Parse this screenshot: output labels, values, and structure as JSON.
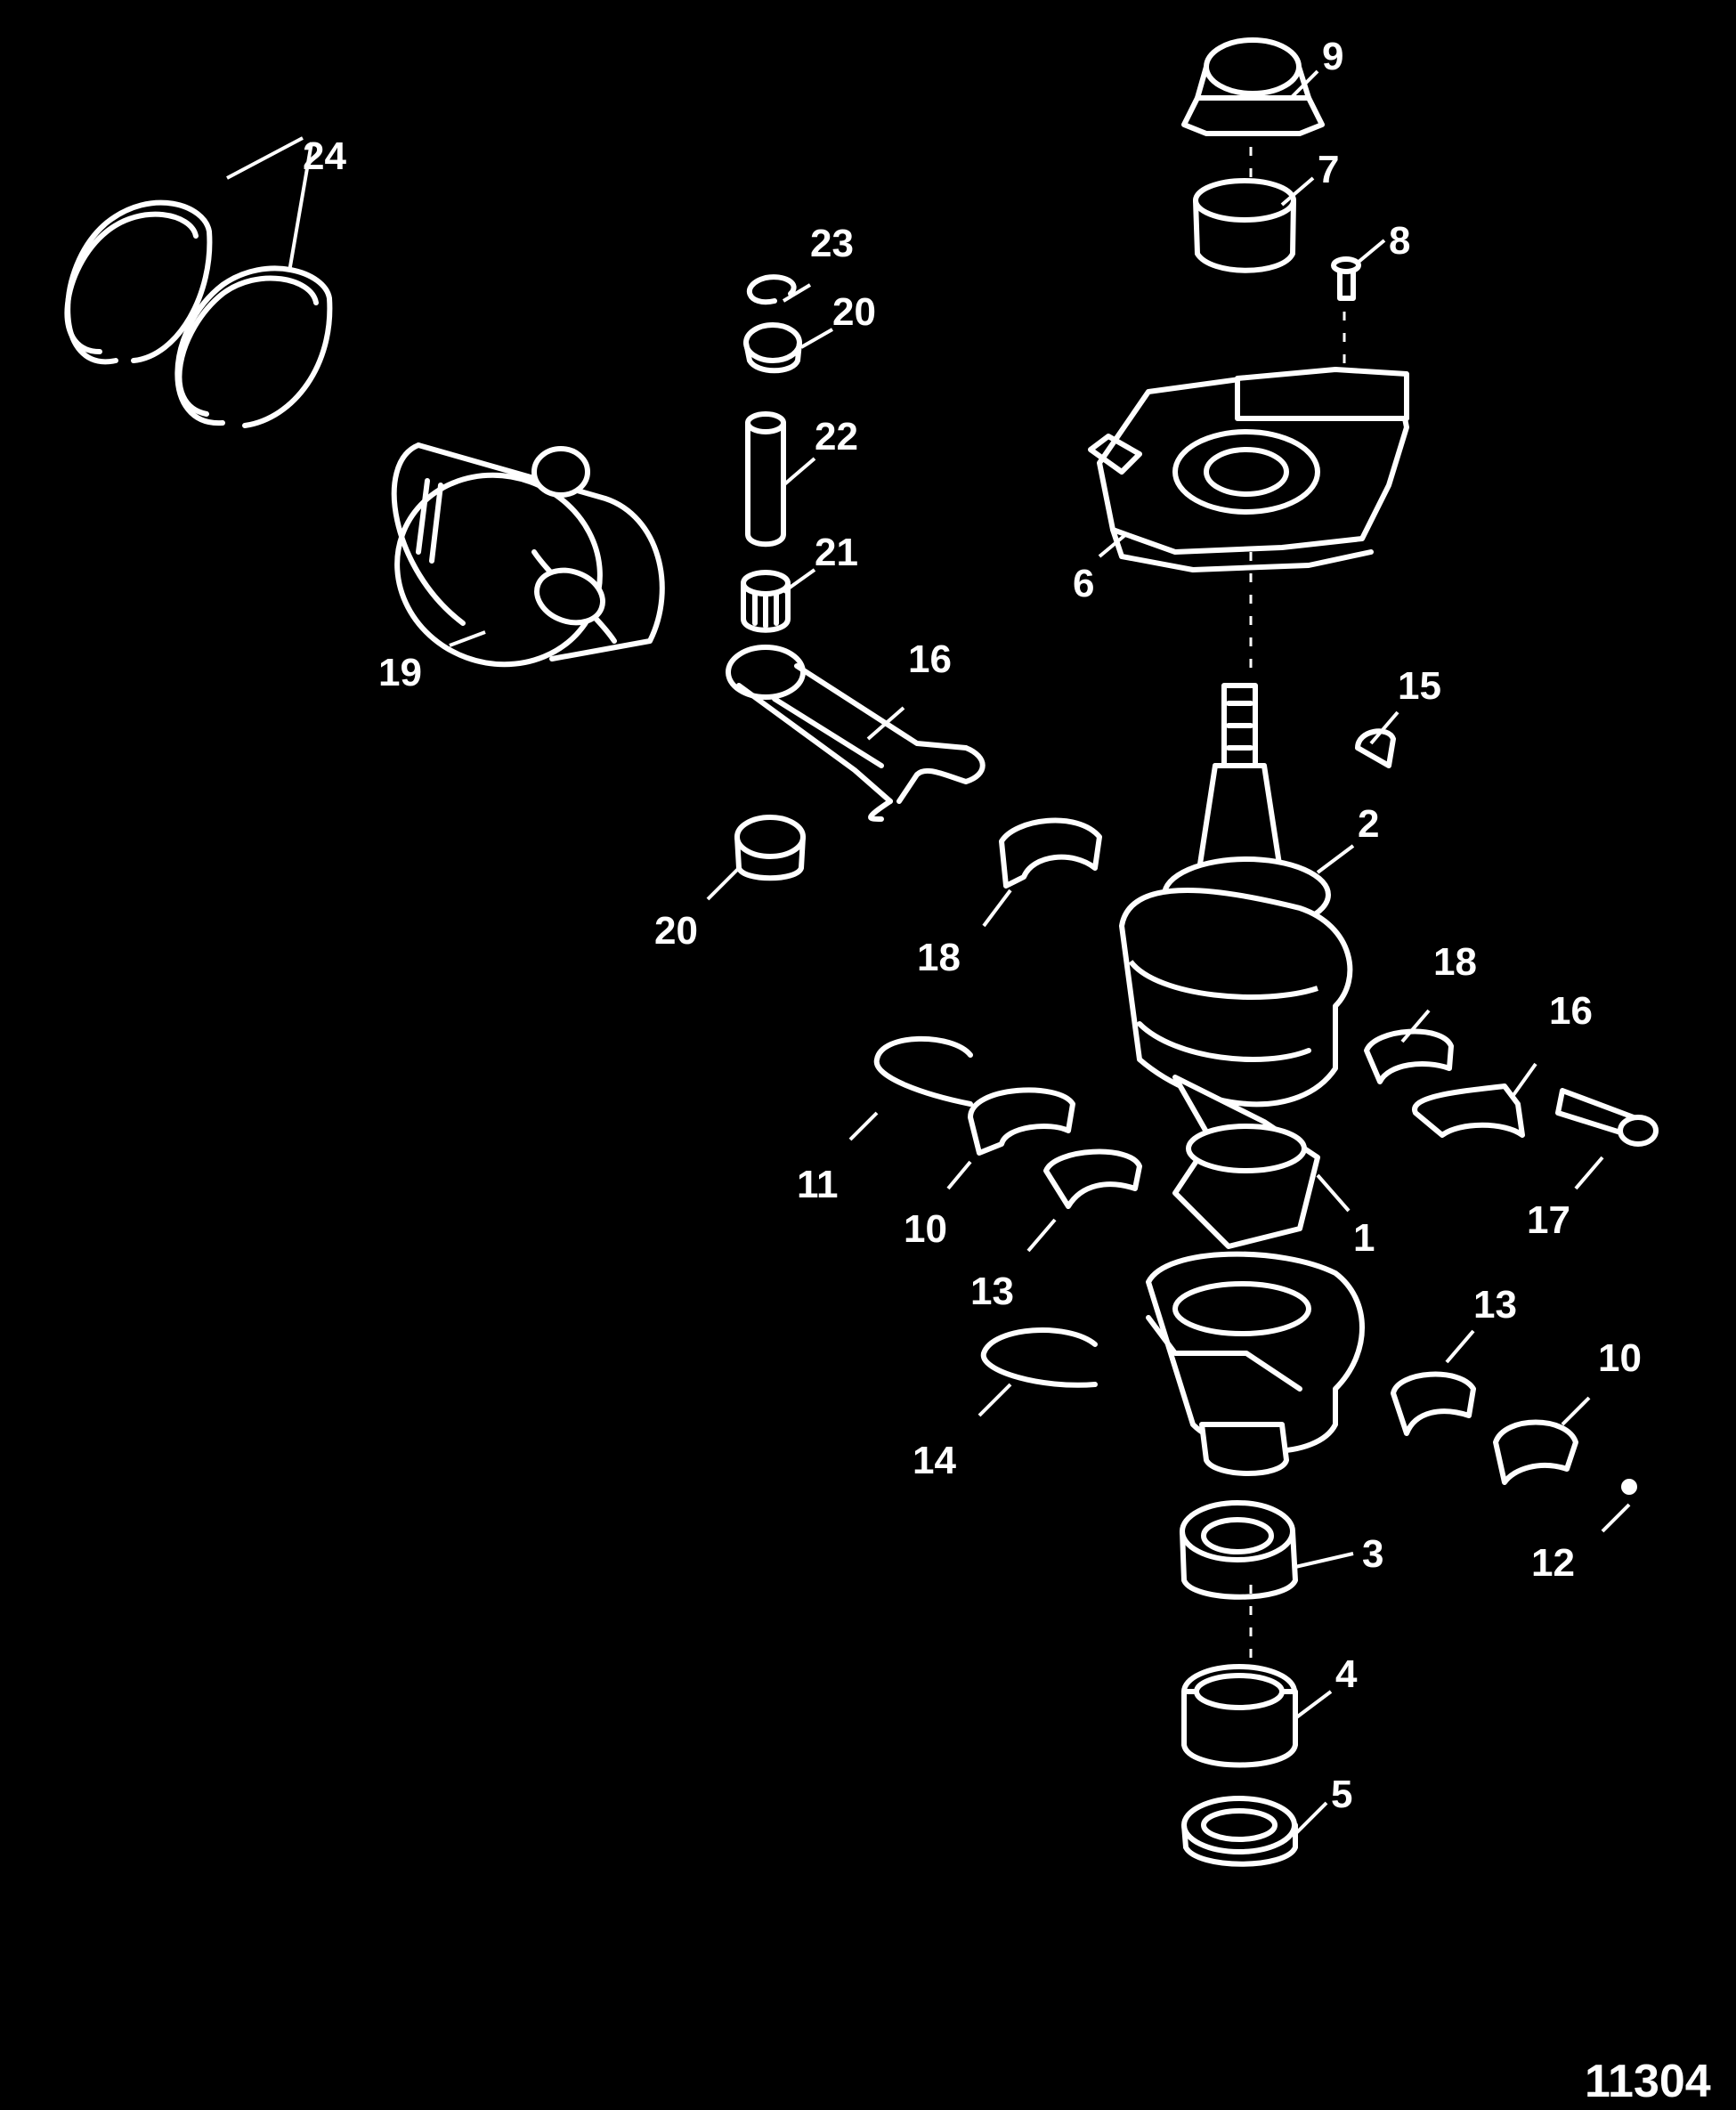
{
  "figure_id": "11304",
  "callouts": [
    {
      "label": "1"
    },
    {
      "label": "2"
    },
    {
      "label": "3"
    },
    {
      "label": "4"
    },
    {
      "label": "5"
    },
    {
      "label": "6"
    },
    {
      "label": "7"
    },
    {
      "label": "8"
    },
    {
      "label": "9"
    },
    {
      "label": "10"
    },
    {
      "label": "10"
    },
    {
      "label": "11"
    },
    {
      "label": "12"
    },
    {
      "label": "13"
    },
    {
      "label": "13"
    },
    {
      "label": "14"
    },
    {
      "label": "15"
    },
    {
      "label": "16"
    },
    {
      "label": "16"
    },
    {
      "label": "17"
    },
    {
      "label": "18"
    },
    {
      "label": "18"
    },
    {
      "label": "19"
    },
    {
      "label": "20"
    },
    {
      "label": "20"
    },
    {
      "label": "21"
    },
    {
      "label": "22"
    },
    {
      "label": "23"
    },
    {
      "label": "24"
    }
  ]
}
